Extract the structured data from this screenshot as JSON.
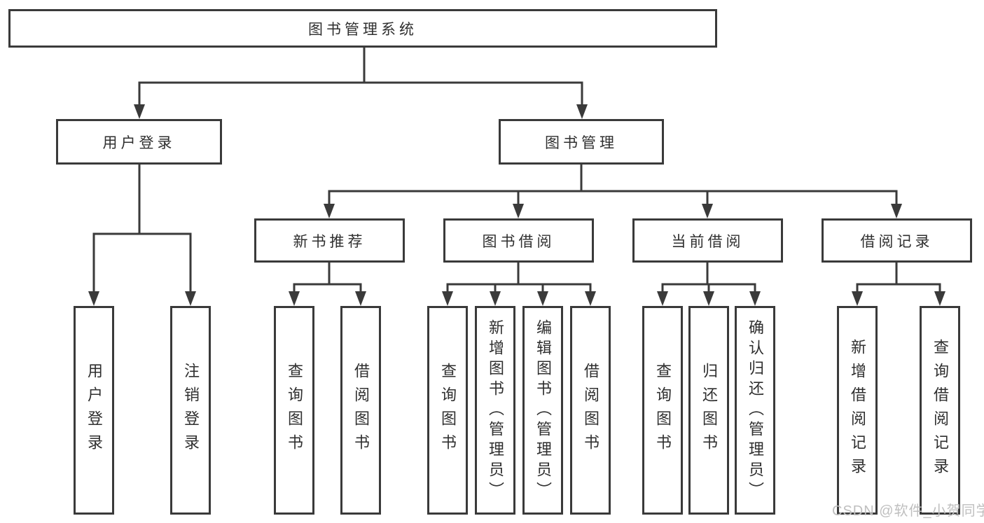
{
  "tree": {
    "root": "图书管理系统",
    "branches": [
      {
        "label": "用户登录",
        "children": [
          "用户登录",
          "注销登录"
        ]
      },
      {
        "label": "图书管理",
        "children": [
          {
            "label": "新书推荐",
            "children": [
              "查询图书",
              "借阅图书"
            ]
          },
          {
            "label": "图书借阅",
            "children": [
              "查询图书",
              "新增图书（管理员）",
              "编辑图书（管理员）",
              "借阅图书"
            ]
          },
          {
            "label": "当前借阅",
            "children": [
              "查询图书",
              "归还图书",
              "确认归还（管理员）"
            ]
          },
          {
            "label": "借阅记录",
            "children": [
              "新增借阅记录",
              "查询借阅记录"
            ]
          }
        ]
      }
    ]
  },
  "watermark": "CSDN @软件_小贺同学",
  "colors": {
    "line": "#3a3a3a",
    "box_border": "#3a3a3a",
    "box_fill": "#ffffff",
    "text": "#2f2f2f",
    "watermark": "#bfbfbf",
    "background": "#ffffff"
  }
}
